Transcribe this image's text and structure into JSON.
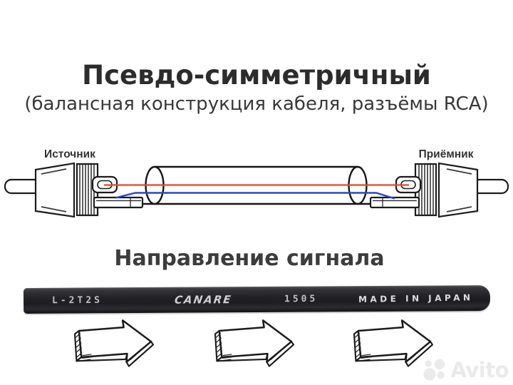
{
  "header": {
    "title": "Псевдо-симметричный",
    "subtitle": "(балансная конструкция кабеля, разъёмы RCA)"
  },
  "diagram": {
    "source_label": "Источник",
    "receiver_label": "Приёмник",
    "colors": {
      "hot_wire": "#e0482f",
      "cold_wire": "#2a46c9",
      "shield": "#161616",
      "outline": "#1c1c1c"
    }
  },
  "direction_label": "Направление сигнала",
  "cable": {
    "model": "L-2T2S",
    "brand": "CANARE",
    "series": "1505",
    "origin": "MADE IN JAPAN",
    "jacket_color": "#28282b"
  },
  "watermark": {
    "brand": "Avito",
    "color": "#eaeaec"
  }
}
